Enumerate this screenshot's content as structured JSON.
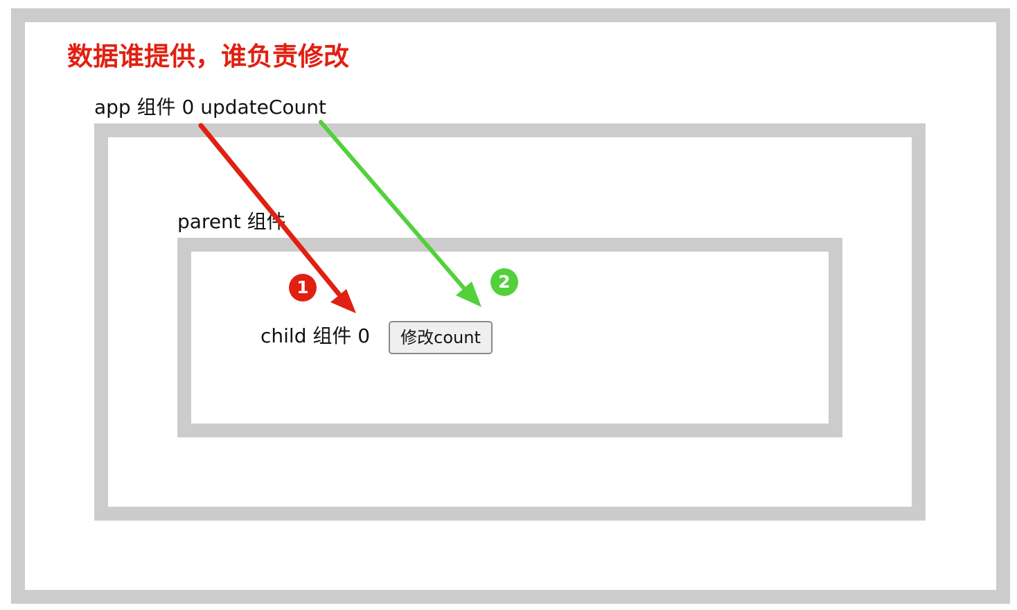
{
  "heading": "数据谁提供，谁负责修改",
  "app": {
    "label": "app 组件 0 updateCount"
  },
  "parent": {
    "label": "parent 组件"
  },
  "child": {
    "label": "child 组件 0",
    "button_label": "修改count"
  },
  "steps": [
    {
      "number": "1",
      "color": "#e02012"
    },
    {
      "number": "2",
      "color": "#52d13a"
    }
  ],
  "colors": {
    "heading": "#e02012",
    "frame": "#cccccc",
    "arrow_data": "#e02012",
    "arrow_update": "#52d13a"
  }
}
